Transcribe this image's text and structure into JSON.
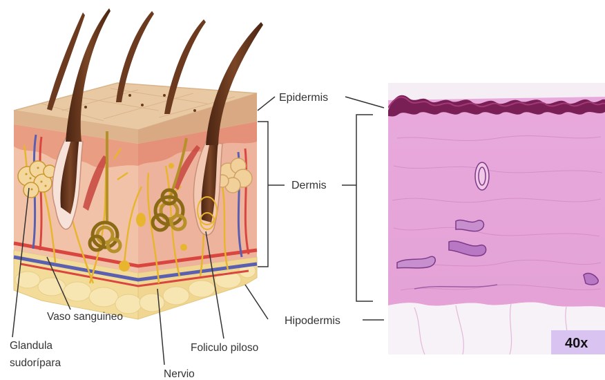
{
  "labels": {
    "epidermis": "Epidermis",
    "dermis": "Dermis",
    "hypodermis": "Hipodermis",
    "blood_vessel": "Vaso sanguineo",
    "sweat_gland_line1": "Glandula",
    "sweat_gland_line2": "sudorípara",
    "nerve": "Nervio",
    "hair_follicle": "Foliculo piloso"
  },
  "micrograph": {
    "magnification": "40x"
  },
  "colors": {
    "skin_top": "#e9c9a3",
    "dermis": "#eeb39c",
    "epidermis_band": "#e7967c",
    "fat": "#f3dc9a",
    "hair": "#6b3a1f",
    "nerve": "#e7b52e",
    "vein": "#5a5fb0",
    "artery": "#d9463f",
    "tissue_pink": "#e6a1d6",
    "epidermis_stain": "#7a1f55",
    "badge": "#d9c3f0"
  }
}
